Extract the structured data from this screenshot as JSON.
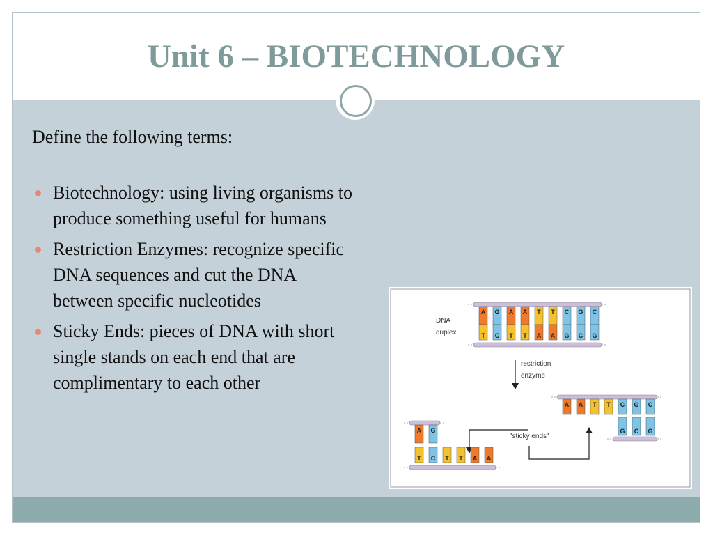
{
  "slide": {
    "title": "Unit 6 – BIOTECHNOLOGY",
    "intro": "Define the following terms:",
    "bullets": [
      {
        "text": "Biotechnology: using living organisms to produce something useful for humans"
      },
      {
        "text": "Restriction Enzymes: recognize specific DNA sequences and cut the DNA between specific nucleotides"
      },
      {
        "text": "Sticky Ends: pieces of DNA with short single stands on each end that are complimentary to each other"
      }
    ]
  },
  "figure": {
    "label_dna": "DNA",
    "label_duplex": "duplex",
    "label_restriction": "restriction",
    "label_enzyme": "enzyme",
    "label_sticky": "\"sticky ends\"",
    "duplex_top": [
      "A",
      "G",
      "A",
      "A",
      "T",
      "T",
      "C",
      "G",
      "C"
    ],
    "duplex_bottom": [
      "T",
      "C",
      "T",
      "T",
      "A",
      "A",
      "G",
      "C",
      "G"
    ],
    "left_top": [
      "A",
      "G"
    ],
    "left_bottom": [
      "T",
      "C",
      "T",
      "T",
      "A",
      "A"
    ],
    "right_top": [
      "A",
      "A",
      "T",
      "T",
      "C",
      "G",
      "C"
    ],
    "right_bottom": [
      "G",
      "C",
      "G"
    ]
  },
  "colors": {
    "A": "#f07a2a",
    "T": "#f5c22e",
    "G": "#7fc3e6",
    "C": "#7fc3e6",
    "backbone": "#cdbfd8",
    "title": "#7f9a9b",
    "bullet": "#e28a78",
    "footer": "#8facad"
  }
}
